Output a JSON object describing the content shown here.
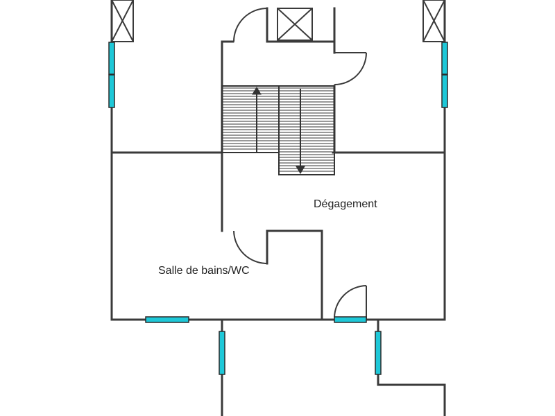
{
  "plan": {
    "rooms": [
      {
        "id": "degagement",
        "label": "Dégagement"
      },
      {
        "id": "salle-de-bains",
        "label": "Salle de bains/WC"
      }
    ],
    "colors": {
      "wall": "#3a3a3a",
      "window": "#1ec8d8",
      "window_edge": "#2a2a2a",
      "stair": "#333333",
      "background": "#ffffff"
    }
  }
}
